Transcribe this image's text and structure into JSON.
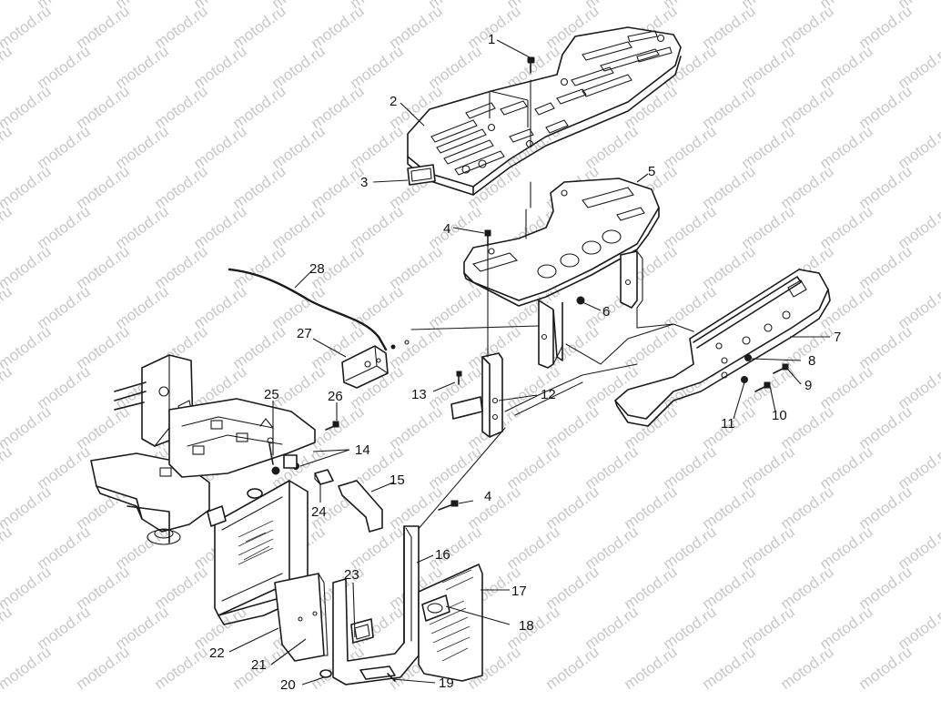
{
  "watermark": {
    "text": "motod.ru",
    "color": "#c8c8c8"
  },
  "callouts": [
    {
      "id": "c1",
      "number": "1"
    },
    {
      "id": "c2",
      "number": "2"
    },
    {
      "id": "c3",
      "number": "3"
    },
    {
      "id": "c4a",
      "number": "4"
    },
    {
      "id": "c5",
      "number": "5"
    },
    {
      "id": "c6",
      "number": "6"
    },
    {
      "id": "c7",
      "number": "7"
    },
    {
      "id": "c8",
      "number": "8"
    },
    {
      "id": "c9",
      "number": "9"
    },
    {
      "id": "c10",
      "number": "10"
    },
    {
      "id": "c11",
      "number": "11"
    },
    {
      "id": "c12",
      "number": "12"
    },
    {
      "id": "c13",
      "number": "13"
    },
    {
      "id": "c14",
      "number": "14"
    },
    {
      "id": "c15",
      "number": "15"
    },
    {
      "id": "c16",
      "number": "16"
    },
    {
      "id": "c17",
      "number": "17"
    },
    {
      "id": "c18",
      "number": "18"
    },
    {
      "id": "c19",
      "number": "19"
    },
    {
      "id": "c20",
      "number": "20"
    },
    {
      "id": "c21",
      "number": "21"
    },
    {
      "id": "c22",
      "number": "22"
    },
    {
      "id": "c23",
      "number": "23"
    },
    {
      "id": "c24",
      "number": "24"
    },
    {
      "id": "c25",
      "number": "25"
    },
    {
      "id": "c26",
      "number": "26"
    },
    {
      "id": "c27",
      "number": "27"
    },
    {
      "id": "c28",
      "number": "28"
    },
    {
      "id": "c4b",
      "number": "4"
    }
  ]
}
